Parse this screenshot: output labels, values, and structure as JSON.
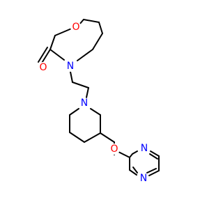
{
  "molecule": {
    "atoms": {
      "o_ring": {
        "label": "O",
        "color": "#ff0000"
      },
      "o_carbonyl": {
        "label": "O",
        "color": "#ff0000"
      },
      "n_oxazepane": {
        "label": "N",
        "color": "#0000ff"
      },
      "n_piperidine": {
        "label": "N",
        "color": "#0000ff"
      },
      "o_ether": {
        "label": "O",
        "color": "#ff0000"
      },
      "n_pyrimidine_top": {
        "label": "N",
        "color": "#0000ff"
      },
      "n_pyrimidine_bottom": {
        "label": "N",
        "color": "#0000ff"
      }
    }
  }
}
